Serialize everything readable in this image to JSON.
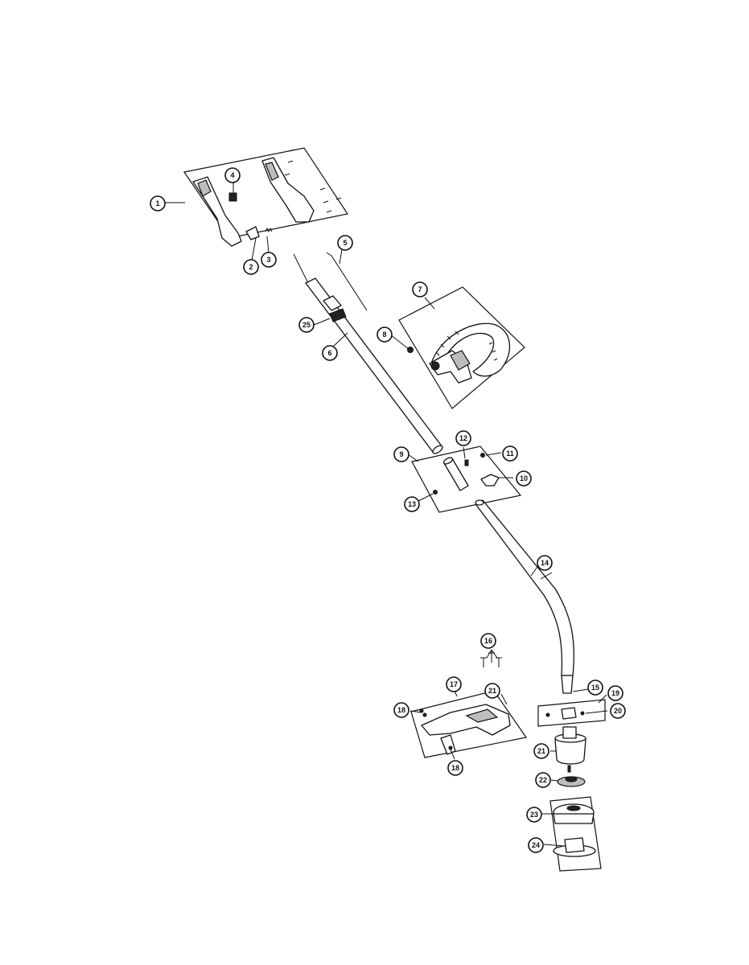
{
  "diagram": {
    "type": "exploded-parts-view",
    "callouts": [
      "1",
      "2",
      "3",
      "4",
      "5",
      "6",
      "7",
      "8",
      "9",
      "10",
      "11",
      "12",
      "13",
      "14",
      "15",
      "16",
      "17",
      "18",
      "18",
      "19",
      "20",
      "21",
      "21",
      "22",
      "23",
      "24",
      "25"
    ]
  }
}
